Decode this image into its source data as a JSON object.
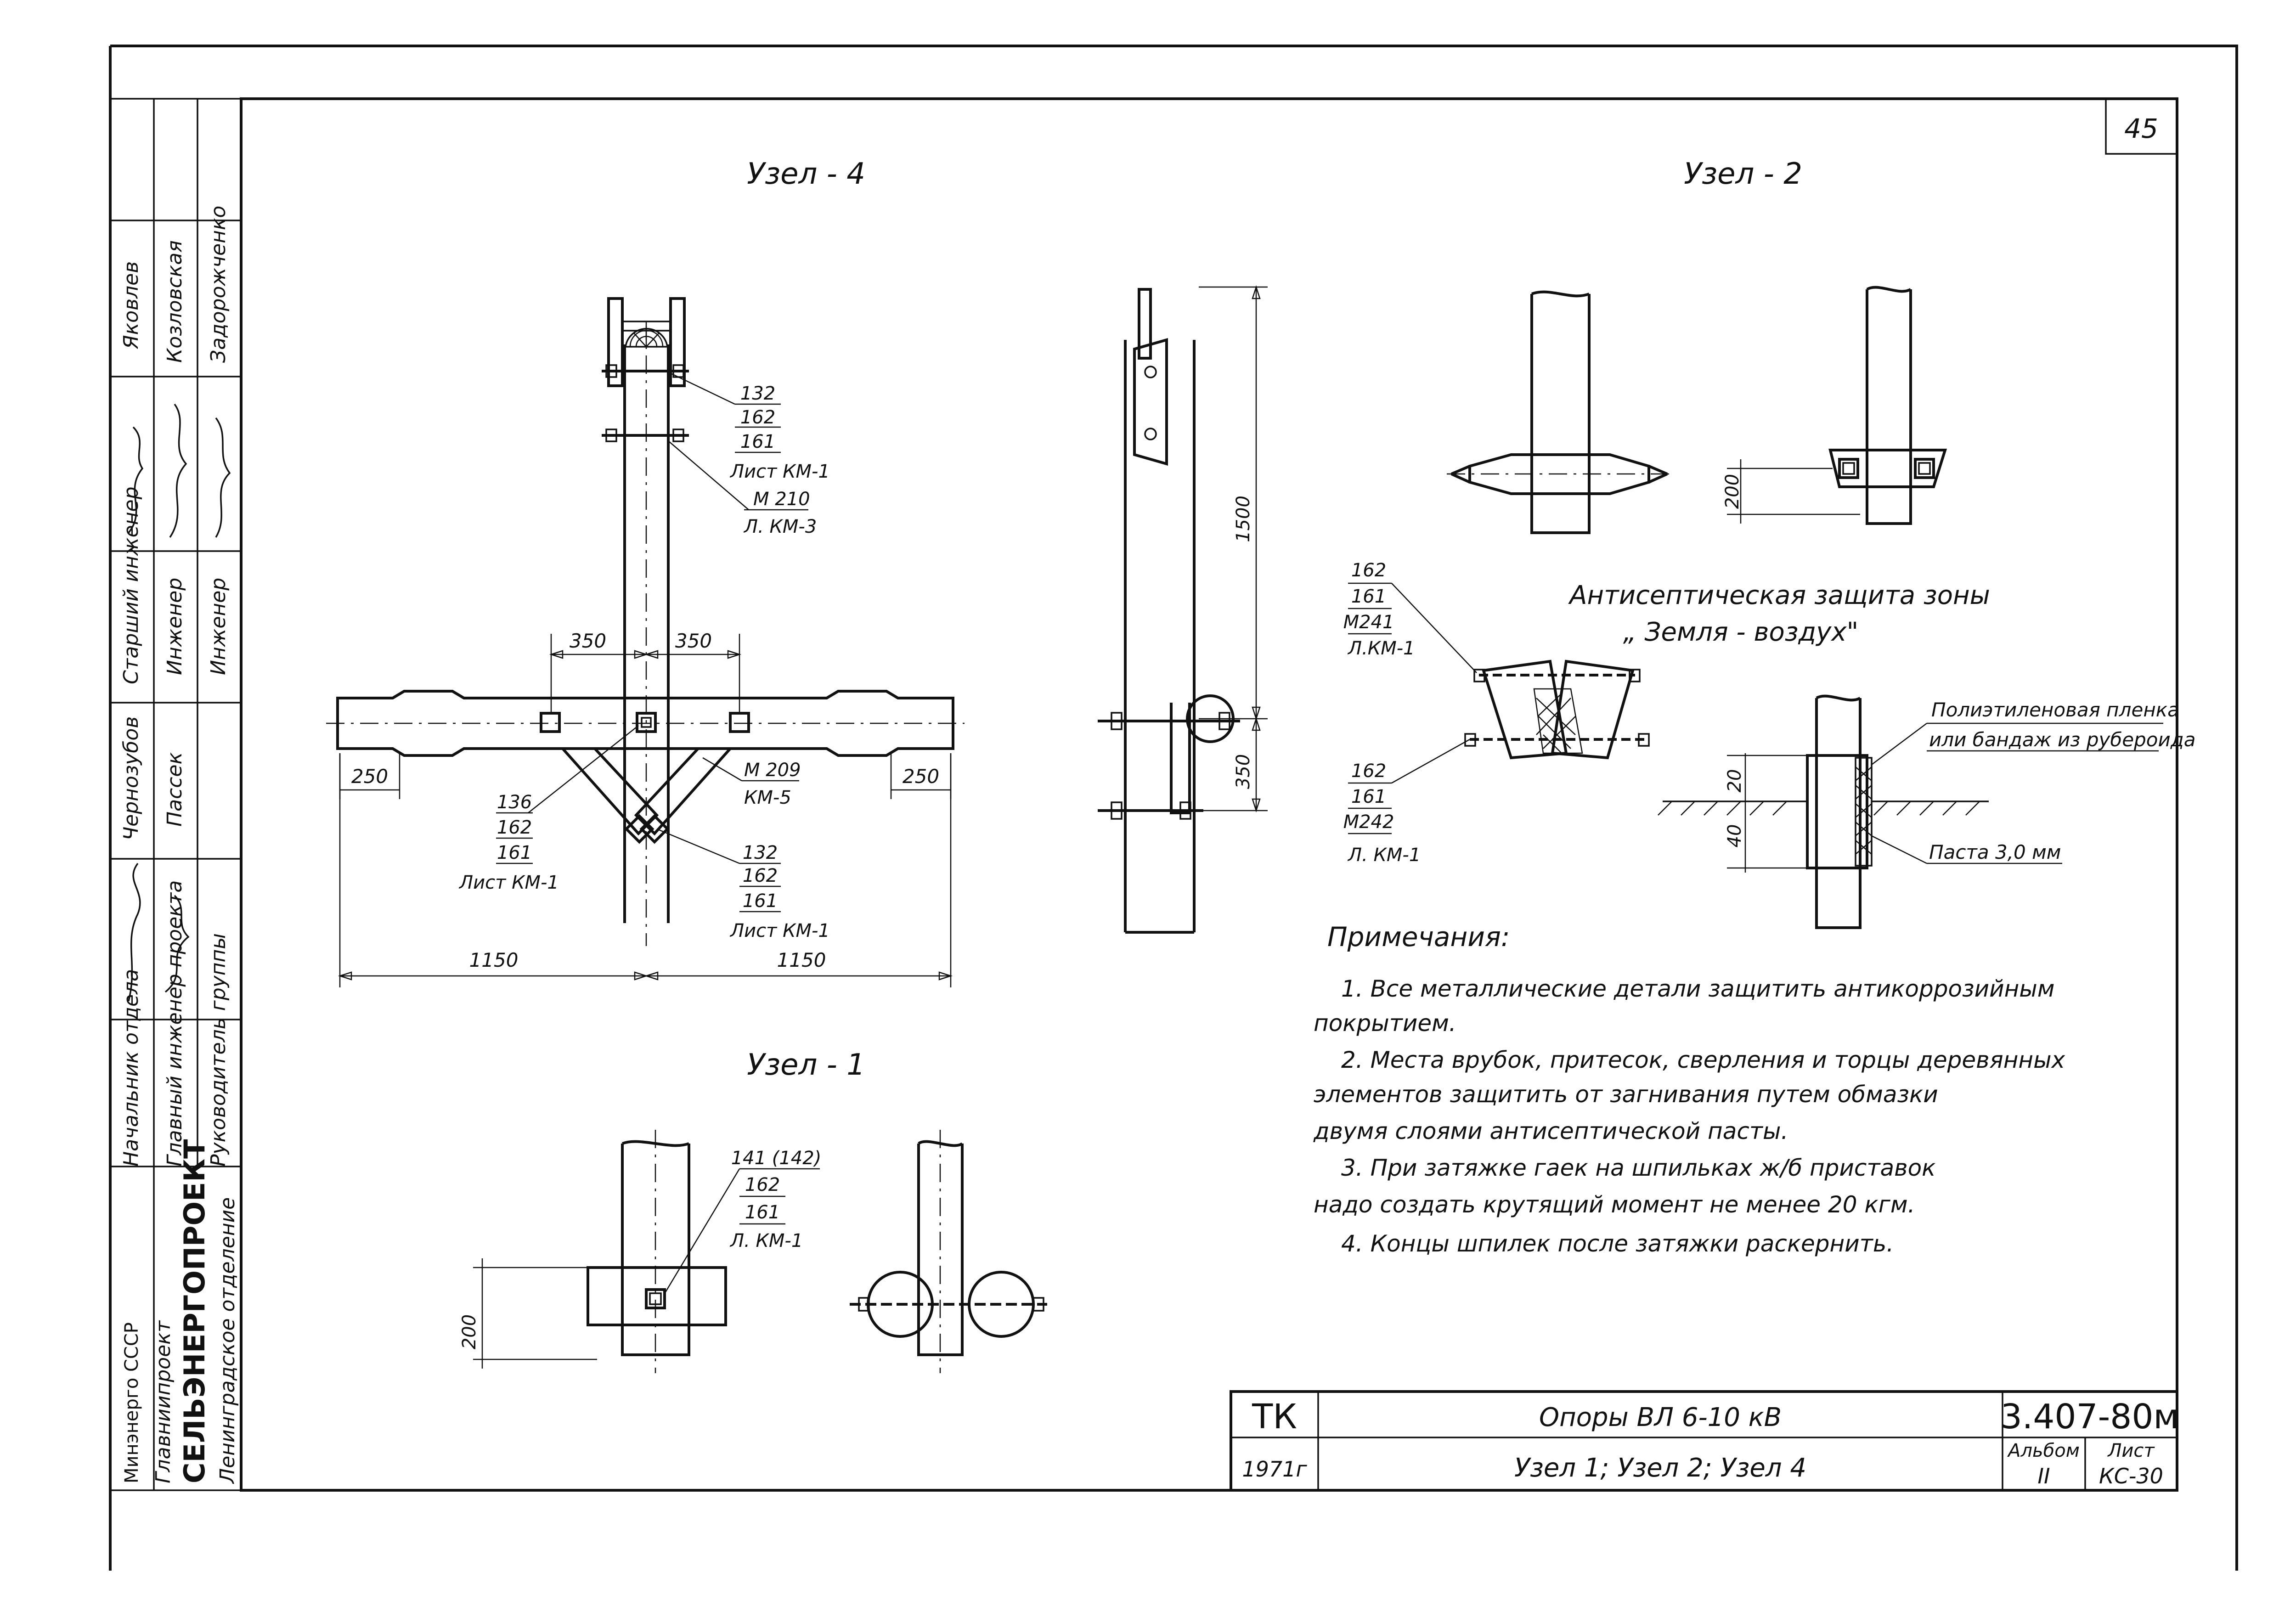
{
  "sheet": {
    "page_number": "45",
    "code": "3.407-80м",
    "title": "Опоры ВЛ 6-10 кВ",
    "subtitle": "Узел 1;  Узел 2;  Узел 4",
    "tk": "ТК",
    "year": "1971г",
    "album_label": "Альбом",
    "album_value": "II",
    "sheet_label": "Лист",
    "sheet_value": "КС-30"
  },
  "organization": {
    "ministry": "Минэнерго СССР",
    "department": "Главниипроект",
    "institute": "СЕЛЬЭНЕРГОПРОЕКТ",
    "branch": "Ленинградское отделение"
  },
  "signatures": {
    "roles": [
      "Начальник отдела",
      "Главный инженер проекта",
      "Руководитель группы",
      "Старший инженер",
      "Инженер",
      "Инженер"
    ],
    "names": [
      "Чернозубов",
      "Пассек",
      "Яковлев",
      "Козловская",
      "Задорожченко"
    ]
  },
  "views": {
    "node4": {
      "title": "Узел - 4",
      "callout_top": [
        "132",
        "162",
        "161",
        "Лист КМ-1"
      ],
      "callout_m210": [
        "М 210",
        "Л. КМ-3"
      ],
      "callout_left": [
        "136",
        "162",
        "161",
        "Лист КМ-1"
      ],
      "callout_m209": [
        "М 209",
        "КМ-5"
      ],
      "callout_bottom": [
        "132",
        "162",
        "161",
        "Лист КМ-1"
      ],
      "dims": {
        "d350": "350",
        "d250": "250",
        "d1150": "1150",
        "d1500": "1500",
        "d350v": "350"
      }
    },
    "node2": {
      "title": "Узел - 2",
      "callout_upper": [
        "162",
        "161",
        "М241",
        "Л.КМ-1"
      ],
      "callout_lower": [
        "162",
        "161",
        "М242",
        "Л. КМ-1"
      ],
      "dim200": "200",
      "antiseptic_title_1": "Антисептическая защита зоны",
      "antiseptic_title_2": "„ Земля - воздух\"",
      "film_label_1": "Полиэтиленовая пленка",
      "film_label_2": "или бандаж из рубероида",
      "paste_label": "Паста 3,0 мм",
      "dim20": "20",
      "dim40": "40"
    },
    "node1": {
      "title": "Узел - 1",
      "callout": [
        "141 (142)",
        "162",
        "161",
        "Л. КМ-1"
      ],
      "dim200": "200"
    }
  },
  "notes": {
    "heading": "Примечания:",
    "lines": [
      "1. Все металлические детали защитить антикоррозийным",
      "покрытием.",
      "2. Места врубок, притесок, сверления и торцы деревянных",
      "элементов защитить от загнивания путем обмазки",
      "двумя слоями антисептической пасты.",
      "3. При затяжке гаек на шпильках ж/б приставок",
      "надо создать крутящий момент не менее 20 кгм.",
      "4. Концы шпилек после затяжки раскернить."
    ]
  }
}
